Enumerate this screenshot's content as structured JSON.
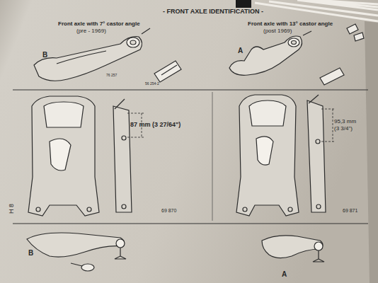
{
  "diagram": {
    "title": "- FRONT AXLE IDENTIFICATION -",
    "labels": [
      "Front axle with 7° castor angle",
      "(pre - 1969)",
      "Front axle with 13° castor angle",
      "(post 1969)",
      "B",
      "A",
      "76 257",
      "56 254-2",
      "87 mm (3 27/64\")",
      "95,3 mm",
      "(3 3/4\")",
      "69 870",
      "69 871",
      "H 8",
      "B",
      "A"
    ]
  }
}
